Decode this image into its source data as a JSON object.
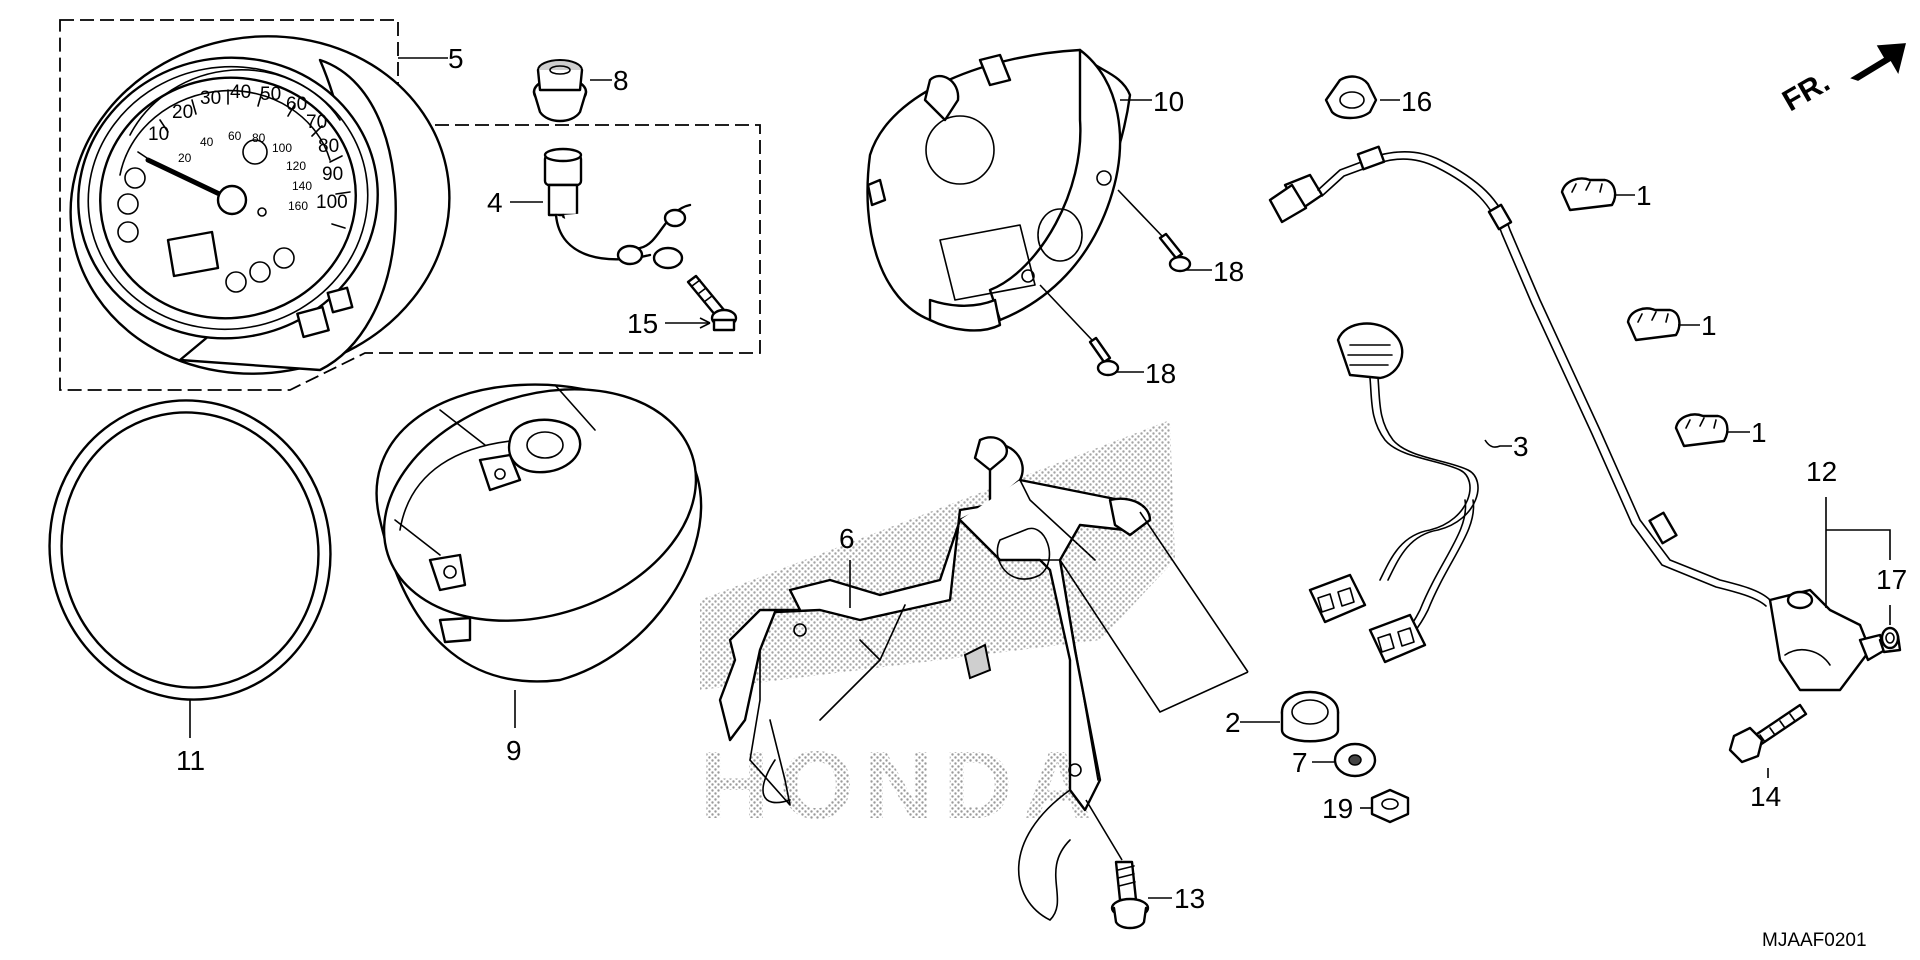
{
  "callouts": {
    "c1a": "1",
    "c1b": "1",
    "c1c": "1",
    "c2": "2",
    "c3": "3",
    "c4": "4",
    "c5": "5",
    "c6": "6",
    "c7": "7",
    "c8": "8",
    "c9": "9",
    "c10": "10",
    "c11": "11",
    "c12": "12",
    "c13": "13",
    "c14": "14",
    "c15": "15",
    "c16": "16",
    "c17": "17",
    "c18a": "18",
    "c18b": "18",
    "c19": "19"
  },
  "gauge": {
    "outer": [
      "10",
      "20",
      "30",
      "40",
      "50",
      "60",
      "70",
      "80",
      "90",
      "100"
    ],
    "inner": [
      "20",
      "40",
      "60",
      "80",
      "100",
      "120",
      "140",
      "160"
    ]
  },
  "direction": "FR.",
  "watermark": "HONDA",
  "diagram_code": "MJAAF0201"
}
